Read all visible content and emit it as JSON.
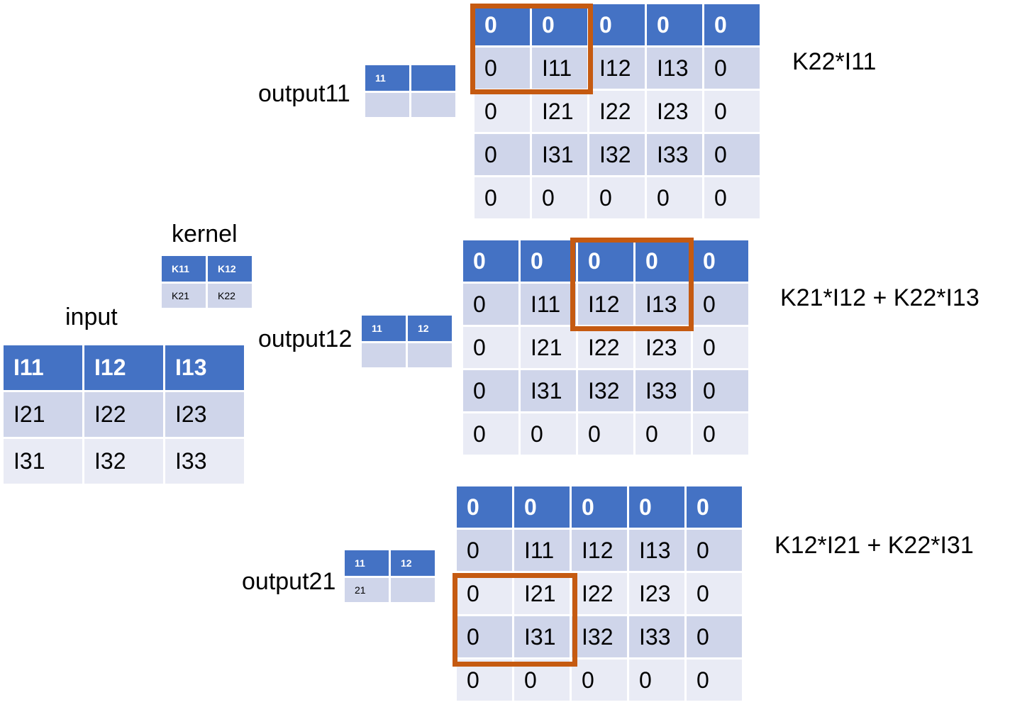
{
  "input": {
    "label": "input",
    "rows": [
      [
        "I11",
        "I12",
        "I13"
      ],
      [
        "I21",
        "I22",
        "I23"
      ],
      [
        "I31",
        "I32",
        "I33"
      ]
    ]
  },
  "kernel": {
    "label": "kernel",
    "rows": [
      [
        "K11",
        "K12"
      ],
      [
        "K21",
        "K22"
      ]
    ]
  },
  "steps": [
    {
      "label": "output11",
      "output_rows": [
        [
          "11",
          ""
        ],
        [
          "",
          ""
        ]
      ],
      "padded_rows": [
        [
          "0",
          "0",
          "0",
          "0",
          "0"
        ],
        [
          "0",
          "I11",
          "I12",
          "I13",
          "0"
        ],
        [
          "0",
          "I21",
          "I22",
          "I23",
          "0"
        ],
        [
          "0",
          "I31",
          "I32",
          "I33",
          "0"
        ],
        [
          "0",
          "0",
          "0",
          "0",
          "0"
        ]
      ],
      "formula": "K22*I11"
    },
    {
      "label": "output12",
      "output_rows": [
        [
          "11",
          "12"
        ],
        [
          "",
          ""
        ]
      ],
      "padded_rows": [
        [
          "0",
          "0",
          "0",
          "0",
          "0"
        ],
        [
          "0",
          "I11",
          "I12",
          "I13",
          "0"
        ],
        [
          "0",
          "I21",
          "I22",
          "I23",
          "0"
        ],
        [
          "0",
          "I31",
          "I32",
          "I33",
          "0"
        ],
        [
          "0",
          "0",
          "0",
          "0",
          "0"
        ]
      ],
      "formula": "K21*I12 + K22*I13"
    },
    {
      "label": "output21",
      "output_rows": [
        [
          "11",
          "12"
        ],
        [
          "21",
          ""
        ]
      ],
      "padded_rows": [
        [
          "0",
          "0",
          "0",
          "0",
          "0"
        ],
        [
          "0",
          "I11",
          "I12",
          "I13",
          "0"
        ],
        [
          "0",
          "I21",
          "I22",
          "I23",
          "0"
        ],
        [
          "0",
          "I31",
          "I32",
          "I33",
          "0"
        ],
        [
          "0",
          "0",
          "0",
          "0",
          "0"
        ]
      ],
      "formula": "K12*I21 + K22*I31"
    }
  ],
  "colors": {
    "header": "#4472c4",
    "row_dark": "#cfd5ea",
    "row_light": "#e9ebf5",
    "highlight": "#c55a11"
  }
}
